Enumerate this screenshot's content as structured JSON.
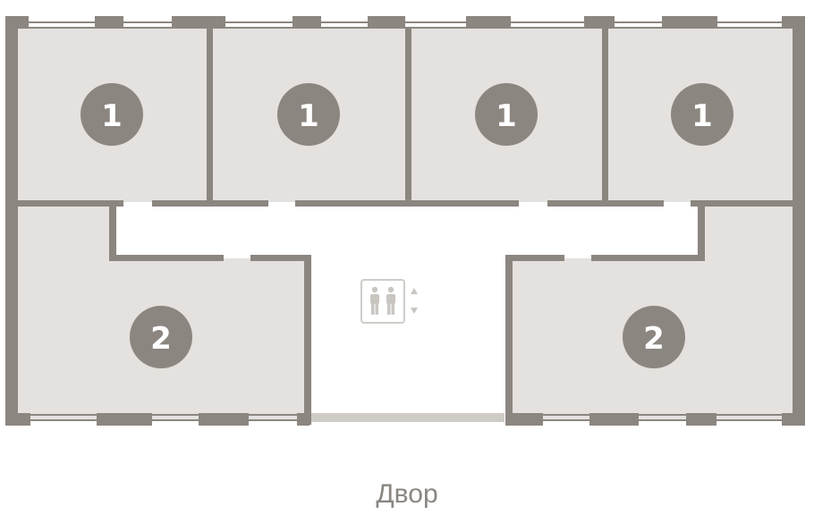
{
  "colors": {
    "wall": "#8c8680",
    "apartment_fill": "#e4e1de",
    "corridor_fill": "#ffffff",
    "window_frame": "#8c8680",
    "badge_fill": "#8c8680",
    "badge_text": "#ffffff",
    "label_text": "#8a8680",
    "balcony_strip": "#cfccc8"
  },
  "icons": {
    "elevator": "elevator-icon",
    "up_down": "up-down-arrows-icon"
  },
  "apartments": [
    {
      "id": "apt-top-1",
      "rooms": "1"
    },
    {
      "id": "apt-top-2",
      "rooms": "1"
    },
    {
      "id": "apt-top-3",
      "rooms": "1"
    },
    {
      "id": "apt-top-4",
      "rooms": "1"
    },
    {
      "id": "apt-bottom-left",
      "rooms": "2"
    },
    {
      "id": "apt-bottom-right",
      "rooms": "2"
    }
  ],
  "courtyard_label": "Двор"
}
